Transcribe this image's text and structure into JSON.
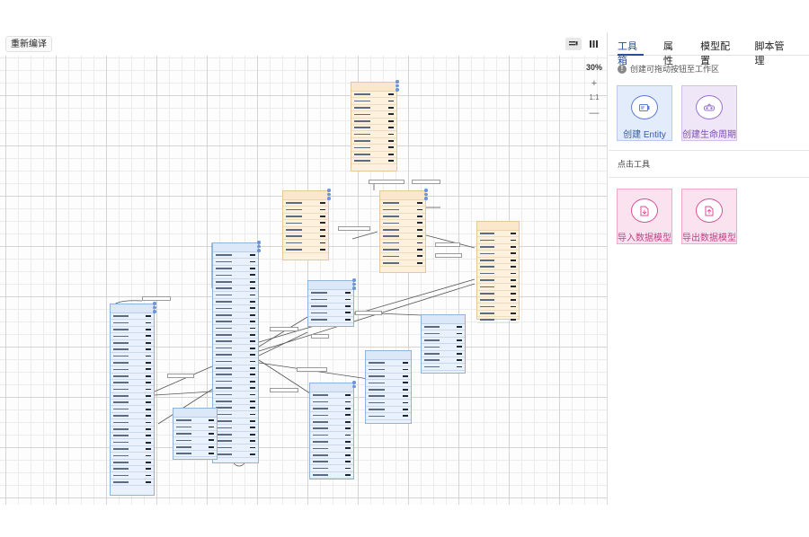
{
  "toolbar": {
    "recompile_label": "重新编译",
    "zoom_level": "30%",
    "zoom_in": "+",
    "zoom_reset": "1:1",
    "zoom_out": "—"
  },
  "panel": {
    "tabs": [
      "工具箱",
      "属性",
      "模型配置",
      "脚本管理"
    ],
    "active_tab": "工具箱",
    "hint": "创建可拖动按钮至工作区",
    "create_tools": [
      {
        "label": "创建 Entity",
        "icon": "entity-icon"
      },
      {
        "label": "创建生命周期",
        "icon": "lifecycle-icon"
      }
    ],
    "click_tools_title": "点击工具",
    "click_tools": [
      {
        "label": "导入数据模型",
        "icon": "import-file-icon"
      },
      {
        "label": "导出数据模型",
        "icon": "export-file-icon"
      }
    ]
  },
  "colors": {
    "accent": "#2a4d9a",
    "entity_blue": "#e9f1fc",
    "entity_yellow": "#fdf1de",
    "tool_blue": "#e3ecfb",
    "tool_lilac": "#efe6f7",
    "tool_pink": "#fbe2ef"
  }
}
